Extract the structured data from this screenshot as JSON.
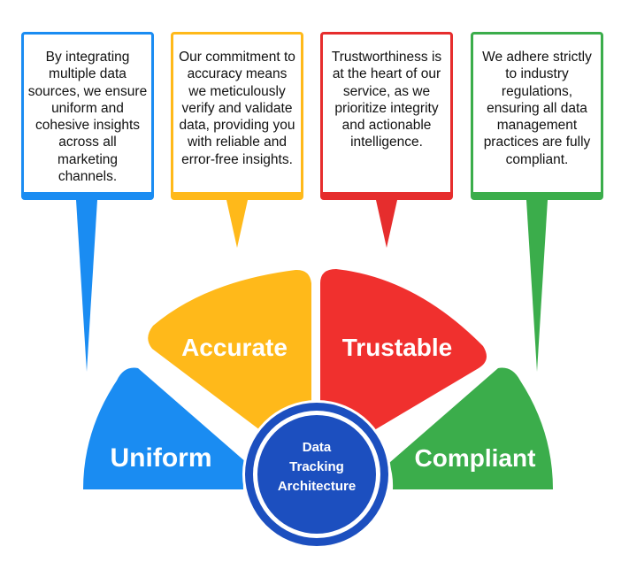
{
  "center": {
    "line1": "Data",
    "line2": "Tracking",
    "line3": "Architecture"
  },
  "segments": [
    {
      "label": "Uniform",
      "color": "#1a8cf2",
      "description": "By integrating multiple data sources, we ensure uniform and cohesive insights across all marketing channels."
    },
    {
      "label": "Accurate",
      "color": "#ffb91a",
      "description": "Our commitment to accuracy means we meticulously verify and validate data, providing you with reliable and error-free insights."
    },
    {
      "label": "Trustable",
      "color": "#f0302e",
      "description": "Trustworthiness is at the heart of our service, as we prioritize integrity and actionable intelligence."
    },
    {
      "label": "Compliant",
      "color": "#3bad4b",
      "description": "We adhere strictly to industry regulations, ensuring all data management practices are fully compliant."
    }
  ],
  "colors": {
    "center_fill": "#1c4fbf",
    "center_ring": "#1c4fbf"
  }
}
